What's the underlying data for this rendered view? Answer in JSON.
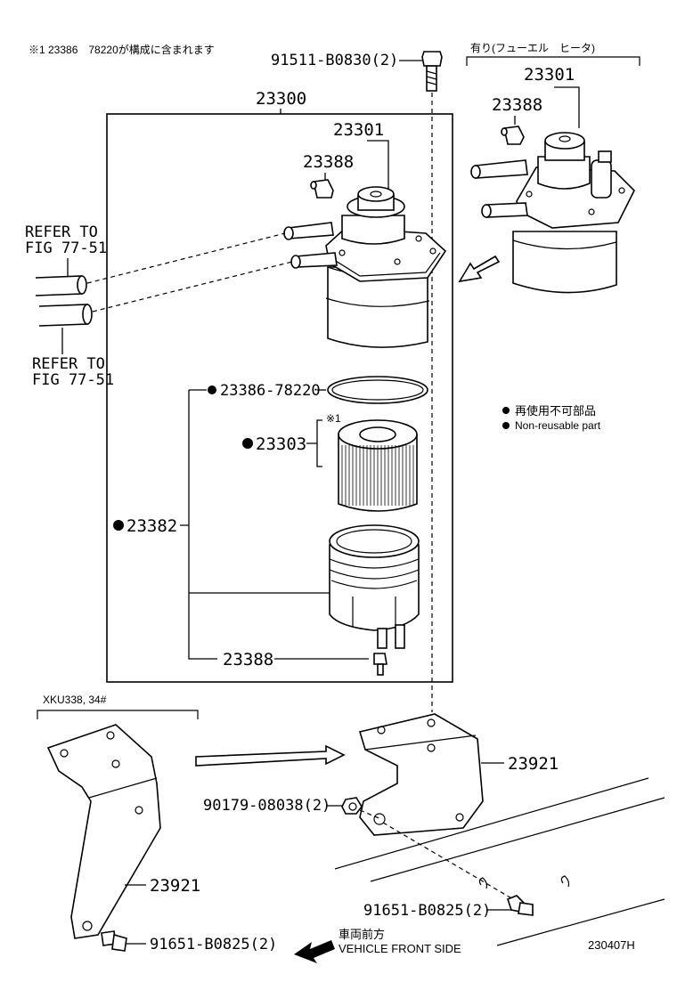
{
  "note_top": "※1 23386　78220が構成に含まれます",
  "heater_variant": "有り(フューエル　ヒータ)",
  "bracket_variant": "XKU338, 34#",
  "legend": {
    "jp": "再使用不可部品",
    "en": "Non-reusable part"
  },
  "refer": {
    "line1": "REFER TO",
    "line2": "FIG 77-51"
  },
  "parts": {
    "bolt_top": "91511-B0830(2)",
    "assy": "23300",
    "housing": "23301",
    "housing_heater": "23301",
    "plug_inside": "23388",
    "plug_heater": "23388",
    "oring": "23386-78220",
    "element": "23303",
    "element_mark": "※1",
    "case": "23382",
    "drain_plug": "23388",
    "bracket_right": "23921",
    "bracket_left": "23921",
    "nut": "90179-08038(2)",
    "bolt_right": "91651-B0825(2)",
    "bolt_left": "91651-B0825(2)"
  },
  "direction": {
    "jp": "車両前方",
    "en": "VEHICLE FRONT SIDE"
  },
  "code": "230407H"
}
